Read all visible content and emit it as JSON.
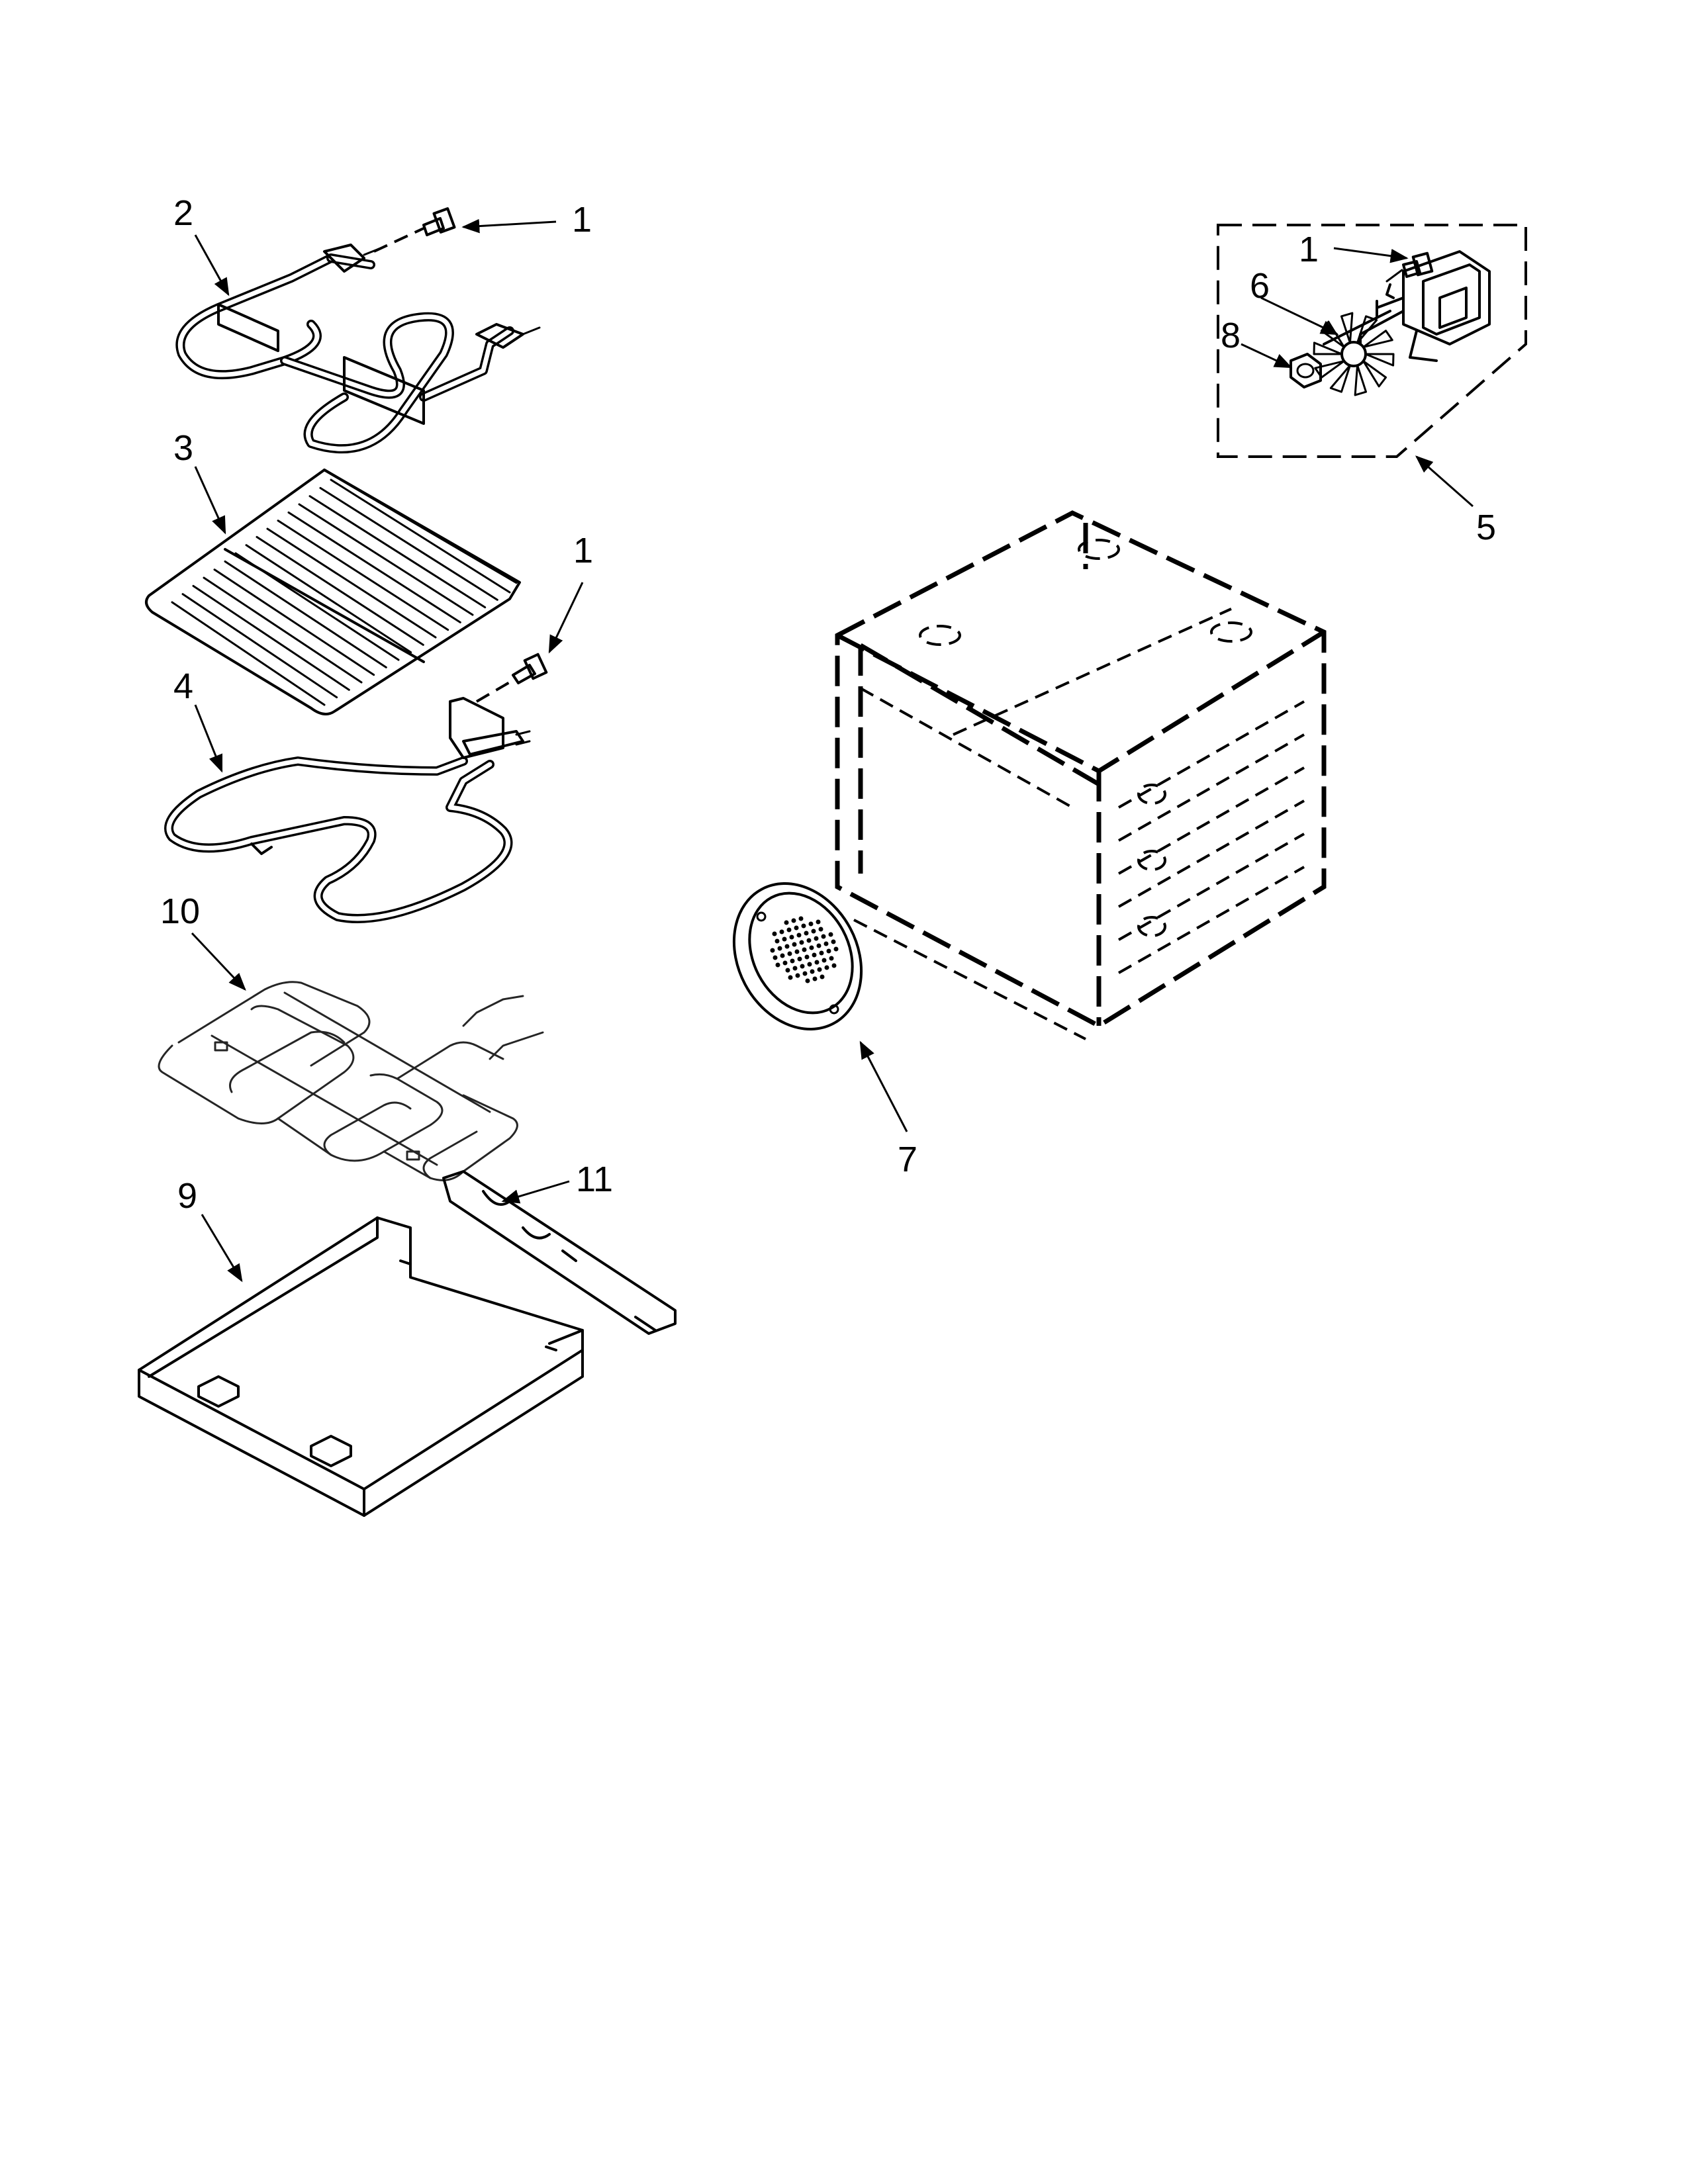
{
  "callouts": {
    "c1a": "1",
    "c2": "2",
    "c3": "3",
    "c1b": "1",
    "c4": "4",
    "c10": "10",
    "c9": "9",
    "c11": "11",
    "c1c": "1",
    "c6": "6",
    "c8": "8",
    "c5": "5",
    "c7": "7"
  },
  "colors": {
    "ink": "#000000",
    "paper": "#ffffff"
  }
}
